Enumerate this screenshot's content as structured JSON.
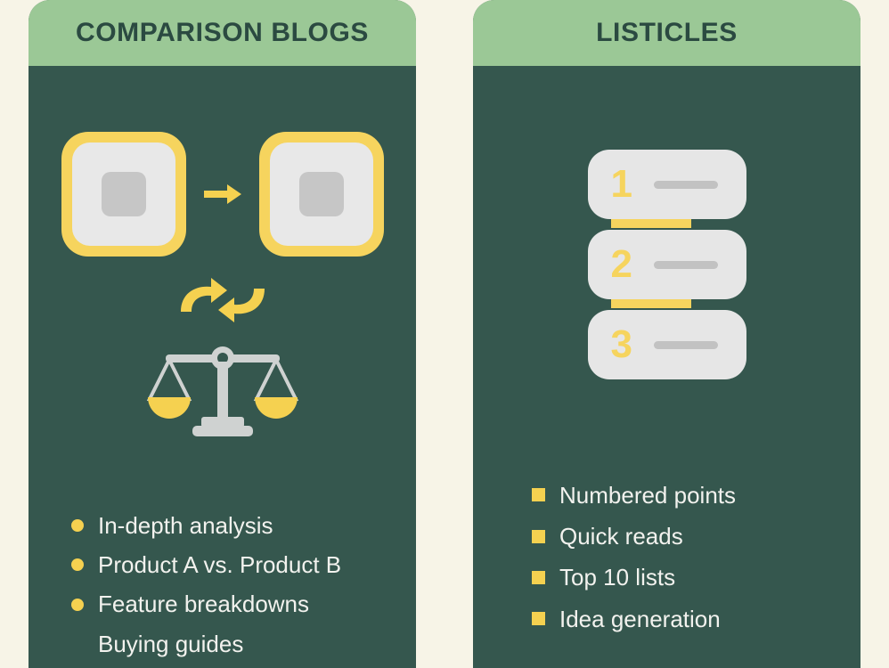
{
  "theme": {
    "background": "#f7f4e7",
    "panel_bg": "#35574e",
    "header_bg": "#9bc896",
    "header_text": "#2b4a41",
    "accent_yellow": "#f5d150",
    "body_text": "#f2f2ee",
    "neutral_light": "#e6e6e6",
    "neutral_gray": "#c2c2c2"
  },
  "panels": [
    {
      "id": "comparison-blogs",
      "title": "COMPARISON BLOGS",
      "illustration": {
        "type": "comparison-cards",
        "icons": [
          "card-a-icon",
          "arrow-right-icon",
          "card-b-icon",
          "swap-arrows-icon",
          "balance-scale-icon"
        ]
      },
      "bullet_style": "dot",
      "bullets": [
        {
          "label": "In-depth analysis",
          "marker": "dot"
        },
        {
          "label": "Product A vs. Product B",
          "marker": "dot"
        },
        {
          "label": "Feature breakdowns",
          "marker": "dot"
        },
        {
          "label": "Buying guides",
          "marker": "none"
        }
      ]
    },
    {
      "id": "listicles",
      "title": "LISTICLES",
      "illustration": {
        "type": "numbered-stack",
        "items": [
          "1",
          "2",
          "3"
        ],
        "icons": [
          "numbered-list-icon"
        ]
      },
      "bullet_style": "square",
      "bullets": [
        {
          "label": "Numbered points",
          "marker": "square"
        },
        {
          "label": "Quick reads",
          "marker": "square"
        },
        {
          "label": "Top 10 lists",
          "marker": "square"
        },
        {
          "label": "Idea generation",
          "marker": "square"
        }
      ]
    }
  ]
}
